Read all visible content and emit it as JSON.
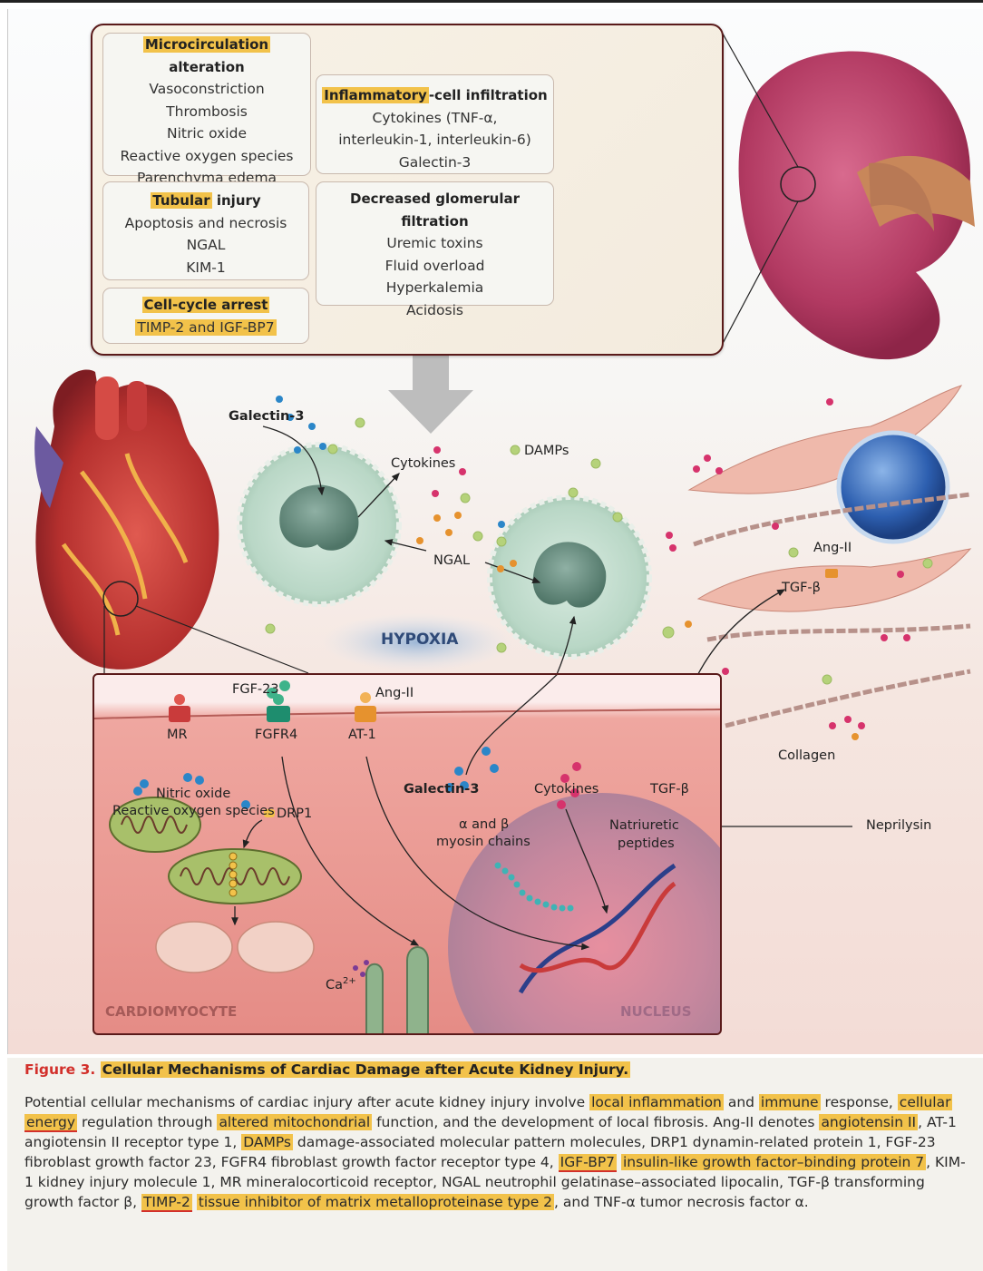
{
  "kidney_panel": {
    "microcirculation": {
      "title_hl": "Microcirculation",
      "title_rest": " alteration",
      "items": [
        "Vasoconstriction",
        "Thrombosis",
        "Nitric oxide",
        "Reactive oxygen species",
        "Parenchyma edema"
      ]
    },
    "inflammatory": {
      "title_hl": "Inflammatory",
      "title_rest": "-cell infiltration",
      "items": [
        "Cytokines (TNF-α,",
        "interleukin-1, interleukin-6)",
        "Galectin-3"
      ]
    },
    "tubular": {
      "title_hl": "Tubular",
      "title_rest": " injury",
      "items": [
        "Apoptosis and necrosis",
        "NGAL",
        "KIM-1"
      ]
    },
    "glomerular": {
      "title": "Decreased glomerular filtration",
      "items": [
        "Uremic toxins",
        "Fluid overload",
        "Hyperkalemia",
        "Acidosis"
      ]
    },
    "cellcycle": {
      "title": "Cell-cycle arrest",
      "item": "TIMP-2 and IGF-BP7"
    }
  },
  "diagram_labels": {
    "galectin_top": "Galectin-3",
    "cytokines_top": "Cytokines",
    "damps": "DAMPs",
    "ngal": "NGAL",
    "hypoxia": "HYPOXIA",
    "ang_ii_top": "Ang-II",
    "tgf_top": "TGF-β",
    "collagen": "Collagen",
    "fgf23": "FGF-23",
    "ang_ii": "Ang-II",
    "mr": "MR",
    "fgfr4": "FGFR4",
    "at1": "AT-1",
    "no": "Nitric oxide",
    "ros": "Reactive oxygen species",
    "drp1": "DRP1",
    "galectin_low": "Galectin-3",
    "cytokines_low": "Cytokines",
    "tgf_low": "TGF-β",
    "myosin1": "α and β",
    "myosin2": "myosin chains",
    "natriuretic1": "Natriuretic",
    "natriuretic2": "peptides",
    "neprilysin": "Neprilysin",
    "ca": "Ca",
    "ca_sup": "2+",
    "cardiomyocyte": "CARDIOMYOCYTE",
    "nucleus": "NUCLEUS"
  },
  "colors": {
    "highlight": "#f2c24a",
    "figure_red": "#d2302b",
    "frame": "#5a1a1a",
    "galectin_blue": "#2b86c8",
    "cytokine_pink": "#d6336c",
    "damp_green": "#a8c86a",
    "ngal_orange": "#e6922e"
  },
  "caption": {
    "figure_label": "Figure 3.",
    "title": "Cellular Mechanisms of Cardiac Damage after Acute Kidney Injury.",
    "segments": [
      {
        "t": "Potential cellular mechanisms of cardiac injury after acute kidney injury involve "
      },
      {
        "t": "local inflammation",
        "hl": true
      },
      {
        "t": " and "
      },
      {
        "t": "immune",
        "hl": true
      },
      {
        "t": " response, "
      },
      {
        "t": "cellular",
        "hl": true
      },
      {
        "t": " "
      },
      {
        "t": "energy",
        "hl": true,
        "ul": true
      },
      {
        "t": " regulation through "
      },
      {
        "t": "altered mitochondrial",
        "hl": true
      },
      {
        "t": " function, and the development of local fibrosis. Ang-II denotes "
      },
      {
        "t": "angiotensin II",
        "hl": true
      },
      {
        "t": ", AT-1 angiotensin II receptor type 1, "
      },
      {
        "t": "DAMPs",
        "hl": true
      },
      {
        "t": " damage-associated molecular pattern molecules, DRP1 dynamin-related protein 1, FGF-23 fibroblast growth factor 23, FGFR4 fibroblast growth factor receptor type 4, "
      },
      {
        "t": "IGF-BP7",
        "hl": true,
        "ul": true
      },
      {
        "t": " "
      },
      {
        "t": "insulin-like growth factor–binding protein 7",
        "hl": true
      },
      {
        "t": ", KIM-1 kidney injury molecule 1, MR mineralocorticoid receptor, NGAL neutrophil gelatinase–associated lipocalin, TGF-β transforming growth factor β, "
      },
      {
        "t": "TIMP-2",
        "hl": true,
        "ul": true
      },
      {
        "t": " "
      },
      {
        "t": "tissue inhibitor of matrix metalloproteinase type 2",
        "hl": true
      },
      {
        "t": ", and TNF-α tumor necrosis factor α."
      }
    ]
  }
}
